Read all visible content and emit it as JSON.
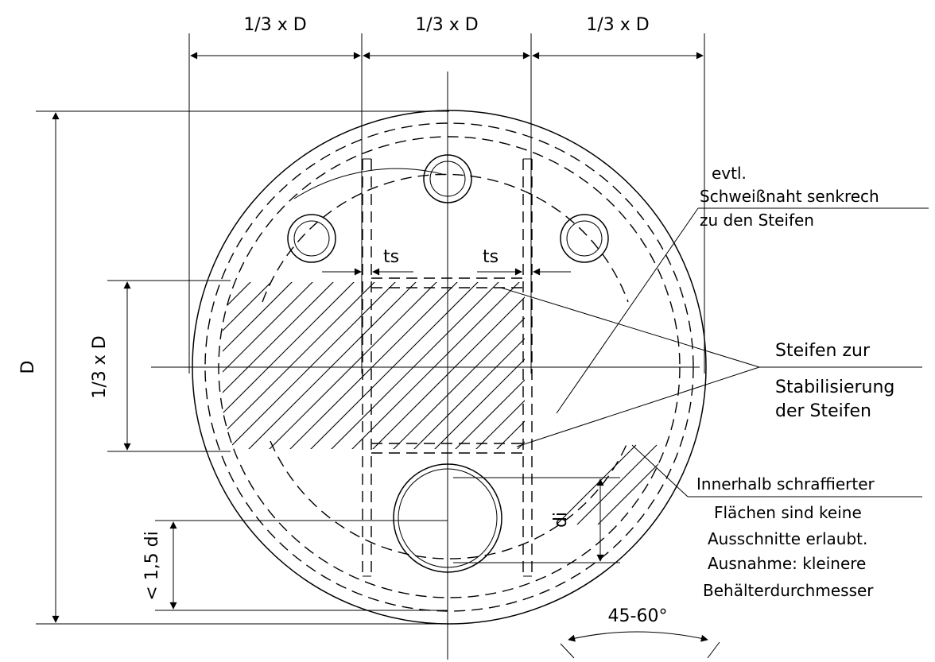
{
  "dimensions": {
    "third_label": "1/3 x D",
    "diameter_label": "D",
    "ts_label": "ts",
    "di_label": "di",
    "offset_label": "< 1,5 di",
    "angle_label": "45-60°"
  },
  "annotations": {
    "weld": [
      "evtl.",
      "Schweißnaht senkrech",
      "zu den Steifen"
    ],
    "stiffeners": [
      "Steifen zur",
      "Stabilisierung",
      "der Steifen"
    ],
    "no_cutouts": [
      "Innerhalb schraffierter",
      "Flächen sind keine",
      "Ausschnitte erlaubt.",
      "Ausnahme: kleinere",
      "Behälterdurchmesser"
    ]
  }
}
